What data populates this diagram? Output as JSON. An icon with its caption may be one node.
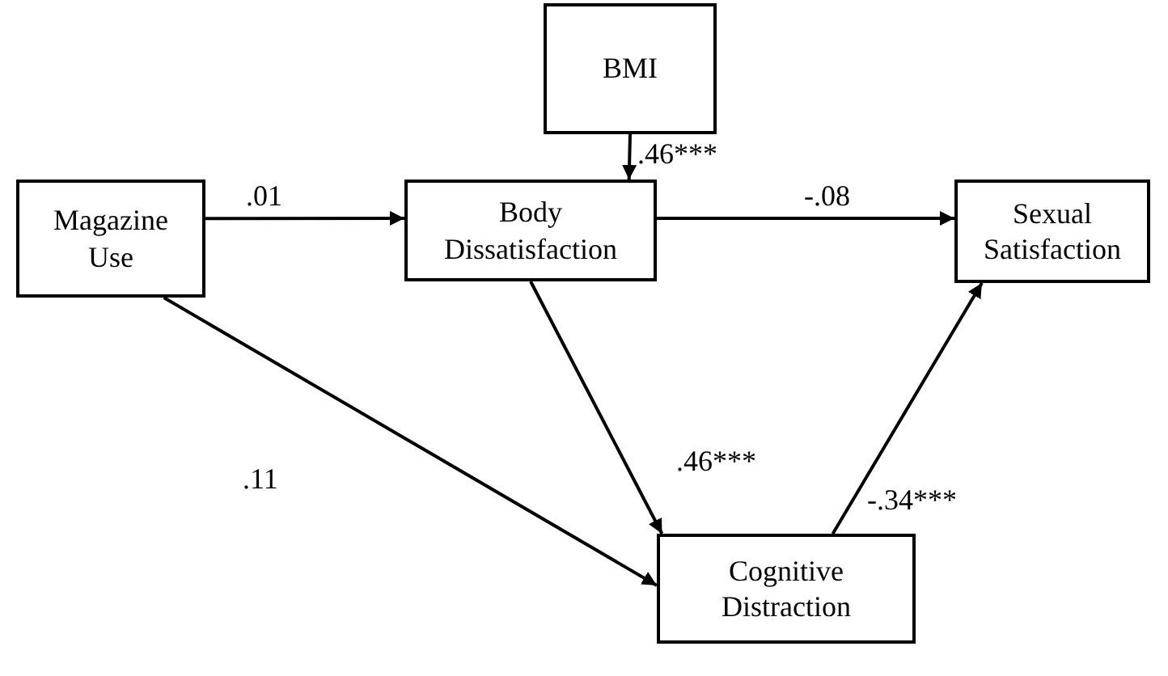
{
  "diagram": {
    "nodes": [
      {
        "text": [
          "BMI"
        ]
      },
      {
        "text": [
          "Magazine Use"
        ]
      },
      {
        "text": [
          "Body Dissatisfaction"
        ]
      },
      {
        "text": [
          "Sexual Satisfaction"
        ]
      },
      {
        "text": [
          "Cognitive Distraction"
        ]
      }
    ],
    "edges": [
      {
        "from": 0,
        "to": 2,
        "arrow": "to",
        "label": ".46***"
      },
      {
        "from": 1,
        "to": 2,
        "arrow": "to",
        "label": ".01"
      },
      {
        "from": 2,
        "to": 3,
        "arrow": "to",
        "label": "-.08"
      },
      {
        "from": 2,
        "to": 4,
        "arrow": "to",
        "label": ".46***"
      },
      {
        "from": 1,
        "to": 4,
        "arrow": "to",
        "label": ".11"
      },
      {
        "from": 4,
        "to": 3,
        "arrow": "to",
        "label": "-.34***"
      }
    ]
  }
}
